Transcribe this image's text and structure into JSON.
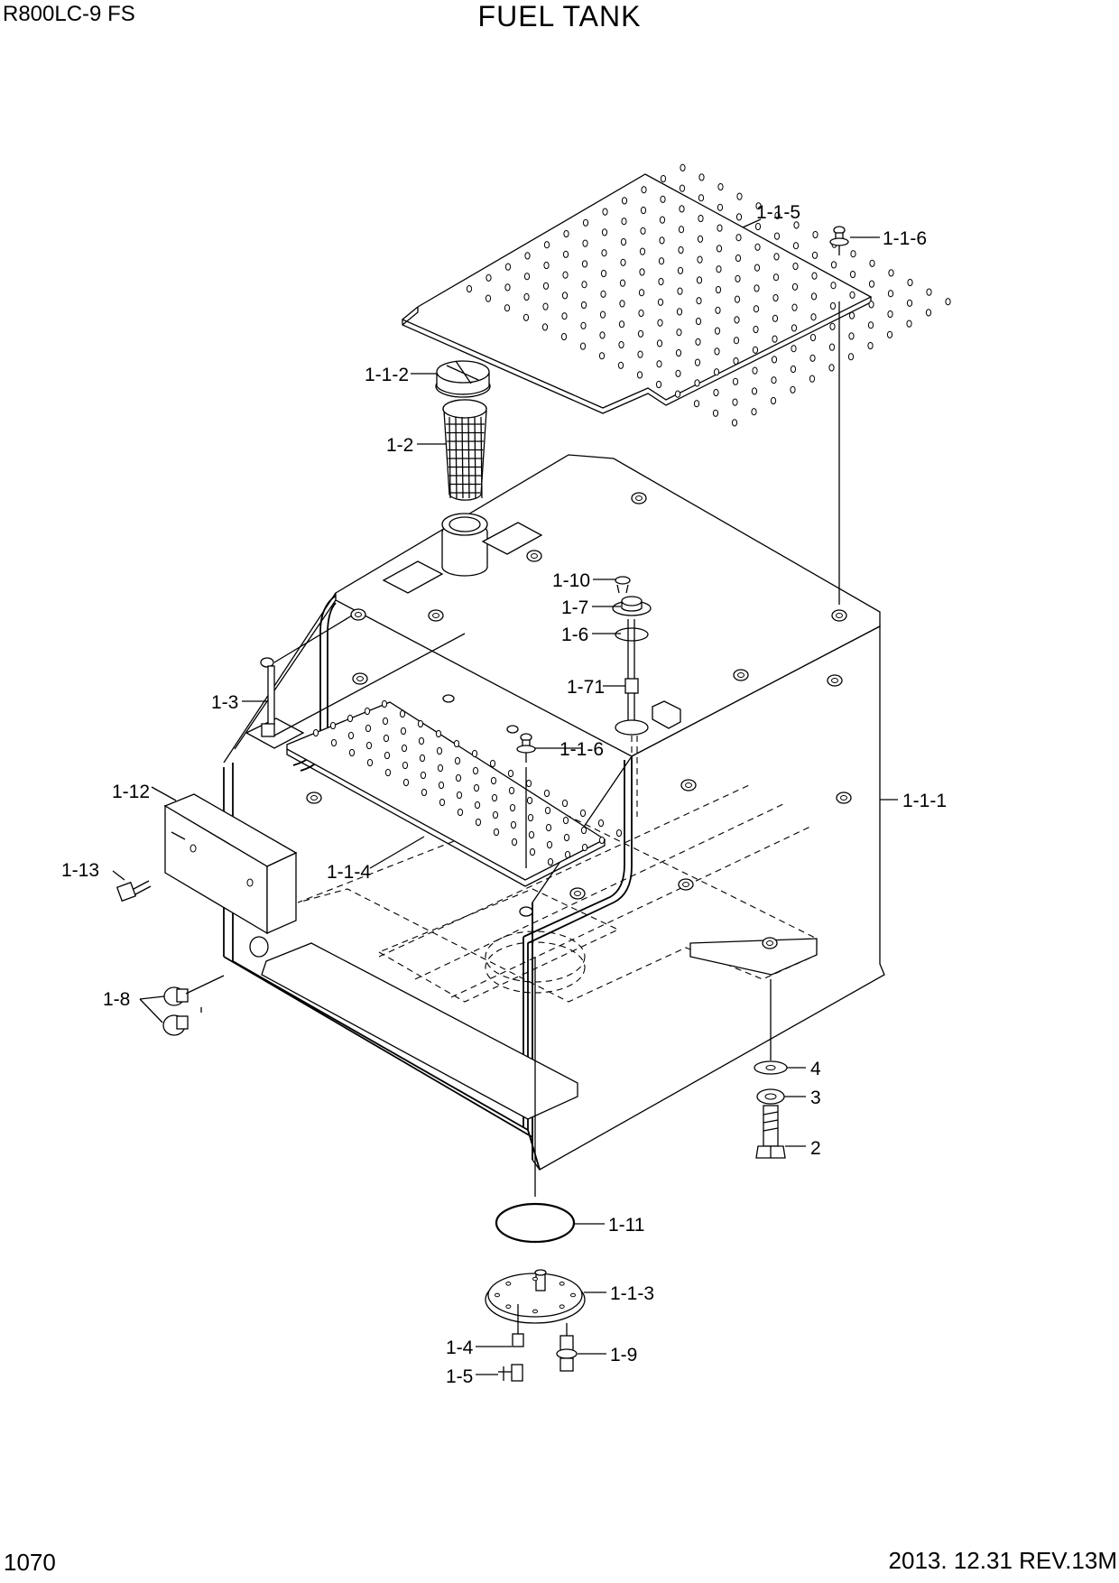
{
  "header": {
    "model": "R800LC-9 FS",
    "title": "FUEL TANK"
  },
  "footer": {
    "page_number": "1070",
    "revision": "2013. 12.31  REV.13M"
  },
  "callouts": [
    {
      "id": "c-1-1-5",
      "label": "1-1-5"
    },
    {
      "id": "c-1-1-6-top",
      "label": "1-1-6"
    },
    {
      "id": "c-1-1-2",
      "label": "1-1-2"
    },
    {
      "id": "c-1-2",
      "label": "1-2"
    },
    {
      "id": "c-1-10",
      "label": "1-10"
    },
    {
      "id": "c-1-7",
      "label": "1-7"
    },
    {
      "id": "c-1-6",
      "label": "1-6"
    },
    {
      "id": "c-1-3",
      "label": "1-3"
    },
    {
      "id": "c-1-71",
      "label": "1-71"
    },
    {
      "id": "c-1-1-6-mid",
      "label": "1-1-6"
    },
    {
      "id": "c-1-12",
      "label": "1-12"
    },
    {
      "id": "c-1-1-1",
      "label": "1-1-1"
    },
    {
      "id": "c-1-13",
      "label": "1-13"
    },
    {
      "id": "c-1-1-4",
      "label": "1-1-4"
    },
    {
      "id": "c-1-8",
      "label": "1-8"
    },
    {
      "id": "c-4",
      "label": "4"
    },
    {
      "id": "c-3",
      "label": "3"
    },
    {
      "id": "c-2",
      "label": "2"
    },
    {
      "id": "c-1-11",
      "label": "1-11"
    },
    {
      "id": "c-1-1-3",
      "label": "1-1-3"
    },
    {
      "id": "c-1-4",
      "label": "1-4"
    },
    {
      "id": "c-1-9",
      "label": "1-9"
    },
    {
      "id": "c-1-5",
      "label": "1-5"
    }
  ]
}
